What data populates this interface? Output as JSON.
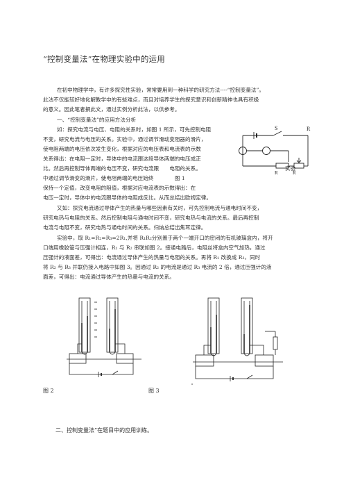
{
  "title": "“控制变量法”在物理实验中的运用",
  "intro_lines": [
    "在初中物理学中，有许多探究性实验，常常要用到一种科学的研究方法----“控制变量法”。",
    "此法不仅能较好地化解教学中的有些难点，而且对培养学生的探究意识和创新精神也具有积极",
    "的意义。因此笔者撰此文，通过实例分析此法，以供参考。"
  ],
  "section1_heading": "一、“控制变量法”的应用方法分析",
  "example1_lines": [
    "如：探究电流与电压、电阻的关系时，如图 1 所示，可先控制电阻",
    "不变，研究电流与电压的关系。实验中，通过调节滑动变阻器的滑片，",
    "使电阻两端的电压依次发生变化，根据对应的电压表和电流表的示数",
    "关系得出：在电阻一定时，导体中的电流跟这段导体两端的电压成正",
    "比。然后再控制导体两端的电压不变，研究电流跟　　电阻的关系。",
    "中通过调节滑变的滑片，使电阻两端的电压始终　　　　图 1",
    "保持一个定值，改变电阻的阻值，根据对应电流表的示数得出：在",
    "电压一定时，导体中的电流跟导体的电阻成反比。从而总结出欧姆定律。"
  ],
  "shiyan_label": "实验",
  "example2_lines": [
    "又如：探究电流通过导体产生的热量与哪些因素有关时，可先控制电流与通电时间不变，",
    "研究电热与电阻的关系。然后控制电阻与通电时间不变，研究电热与电流的关系。最后再控制",
    "电流与电阻不变，研究电热与通电时间的关系。归纳总结出焦耳定律。"
  ],
  "example3_lines": [
    "实验中，取 R₁=R₂=R₃=2R₁,并将 R₁R₂分别置于两个一端开口的密闭的有机玻璃盒内，将开",
    "口端用橡胶管与压强计相连，R₁ 与 R₂ 串联如图 2。接通电路后，电阻丝将盒内空气加热，通过",
    "压强计的液面差，可得出：电流通过导体产生的热量与电阻的关系。再将 R₁ 改换成 R₃，同时",
    "将 R₂ 与 R₃ 并联仍接入电路中如图 3。因通过 R₂ 的电流是通过 R₃ 电流的 2 倍，通过压强计的液",
    "面差，可得出：电流通过导体产生的热量与电流的关系。"
  ],
  "circuit_labels": {
    "s": "S",
    "r": "R",
    "r_bottom_left": "R",
    "r_bottom_right": "R"
  },
  "fig2_caption": "图 2",
  "fig3_caption": "图 3",
  "section2_heading": "二、控制变量法”在题目中的应用训练。"
}
